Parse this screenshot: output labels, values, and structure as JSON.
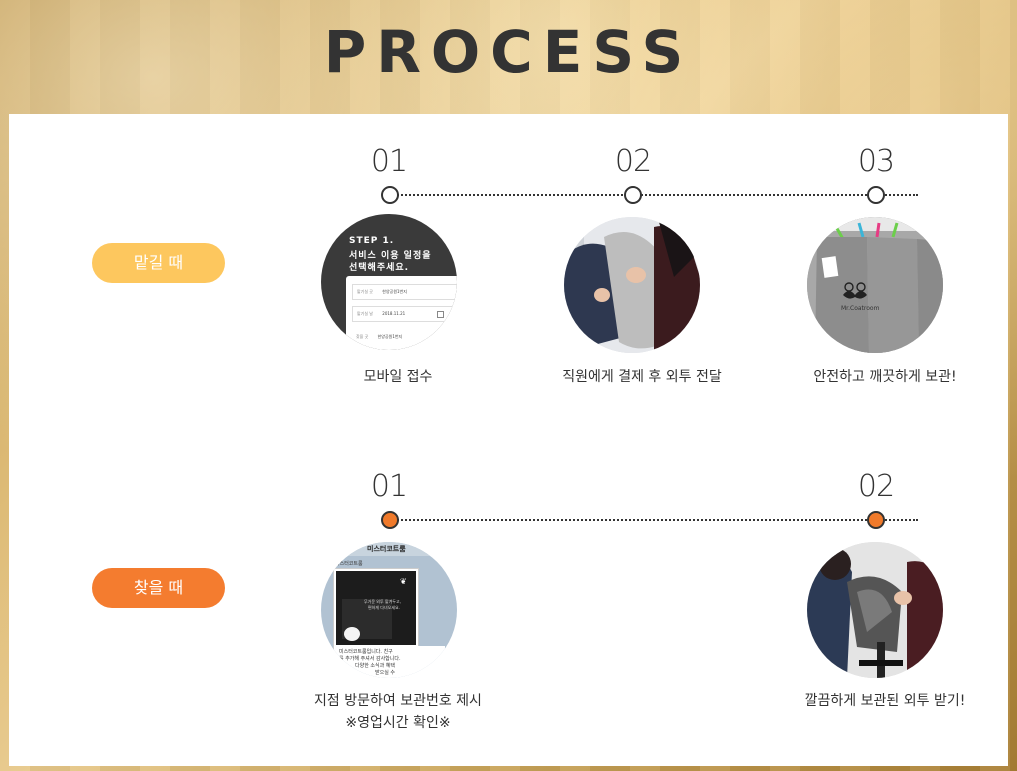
{
  "title": "PROCESS",
  "colors": {
    "drop_off": "#fdc75e",
    "pick_up": "#f47c2f"
  },
  "drop_off": {
    "label": "맡길 때",
    "steps": [
      {
        "num": "01",
        "caption": "모바일 접수"
      },
      {
        "num": "02",
        "caption": "직원에게 결제 후 외투 전달"
      },
      {
        "num": "03",
        "caption": "안전하고 깨끗하게 보관!"
      }
    ]
  },
  "pick_up": {
    "label": "찾을 때",
    "steps": [
      {
        "num": "01",
        "caption": "지점 방문하여 보관번호 제시",
        "caption2": "※영업시간 확인※"
      },
      {
        "num": "02",
        "caption": "깔끔하게 보관된 외투 받기!"
      }
    ]
  },
  "photo1": {
    "step_title": "STEP 1.",
    "step_sub1": "서비스 이용 일정을",
    "step_sub2": "선택해주세요.",
    "field1_label": "맡기실 곳",
    "field1_value": "한양공원1번지",
    "field2_label": "맡기실 날",
    "field2_value": "2018.11.21",
    "field3_label": "찾을 곳",
    "field3_value": "한양공원1번지"
  },
  "photo3": {
    "brand": "Mr.Coatroom"
  },
  "photo4": {
    "header": "미스터코트룸",
    "sub": "미스터코트룸",
    "promo1": "무거운 외투 맡겨두고,",
    "promo2": "편하게 다녀오세요.",
    "body1": "미스터코트룸입니다. 친구",
    "body2": "를 추가해 주셔서 감사합니다.",
    "body3": "다양한 소식과 혜택",
    "body4": "받으실 수"
  }
}
